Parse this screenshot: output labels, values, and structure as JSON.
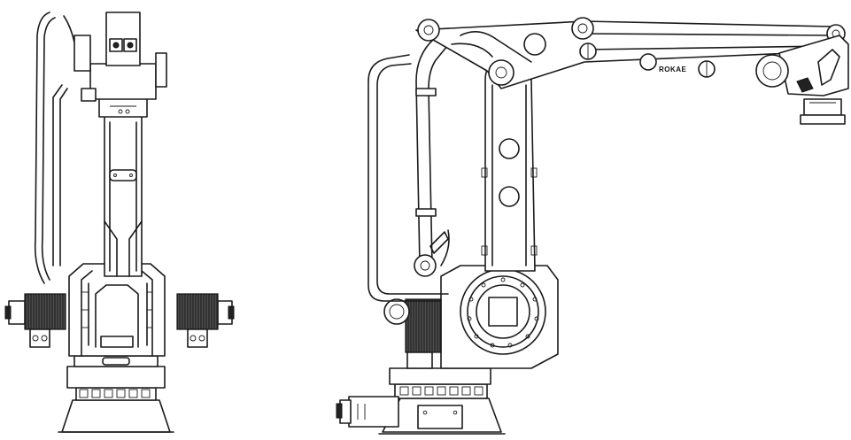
{
  "brand_text": "ROKAE",
  "views": [
    {
      "name": "front-view"
    },
    {
      "name": "side-view"
    }
  ]
}
